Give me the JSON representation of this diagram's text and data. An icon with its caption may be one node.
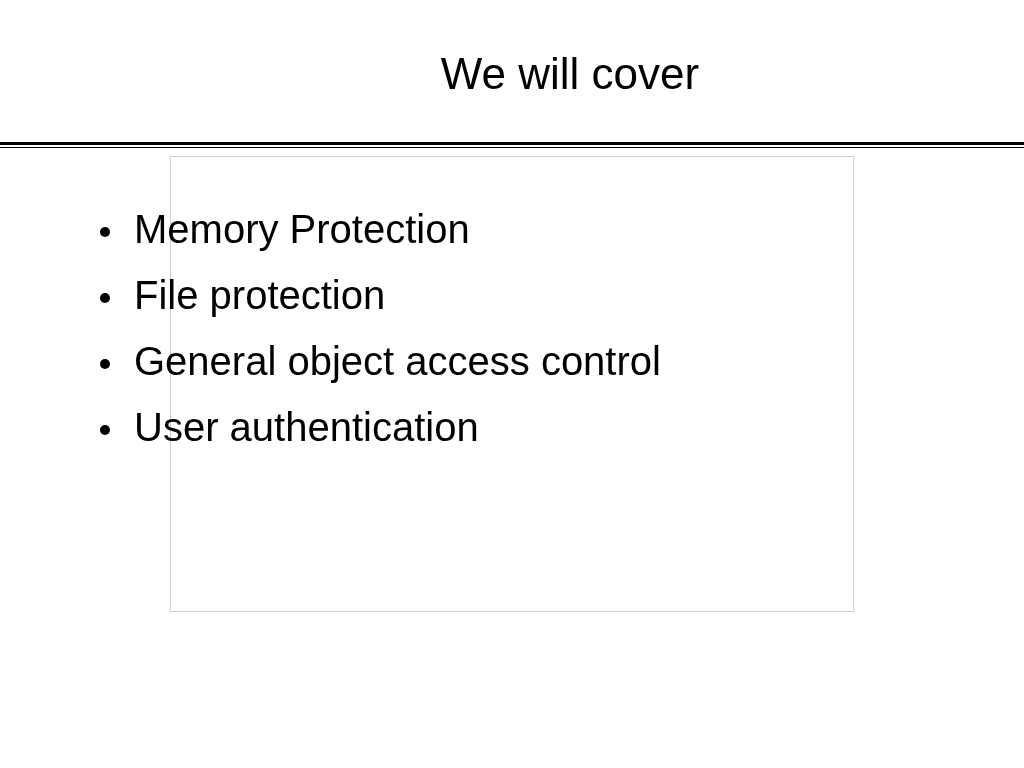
{
  "diagram": {
    "title": "We will cover",
    "labels": [
      "Memory Protection",
      "File protection",
      "General object access control",
      "User authentication"
    ]
  }
}
